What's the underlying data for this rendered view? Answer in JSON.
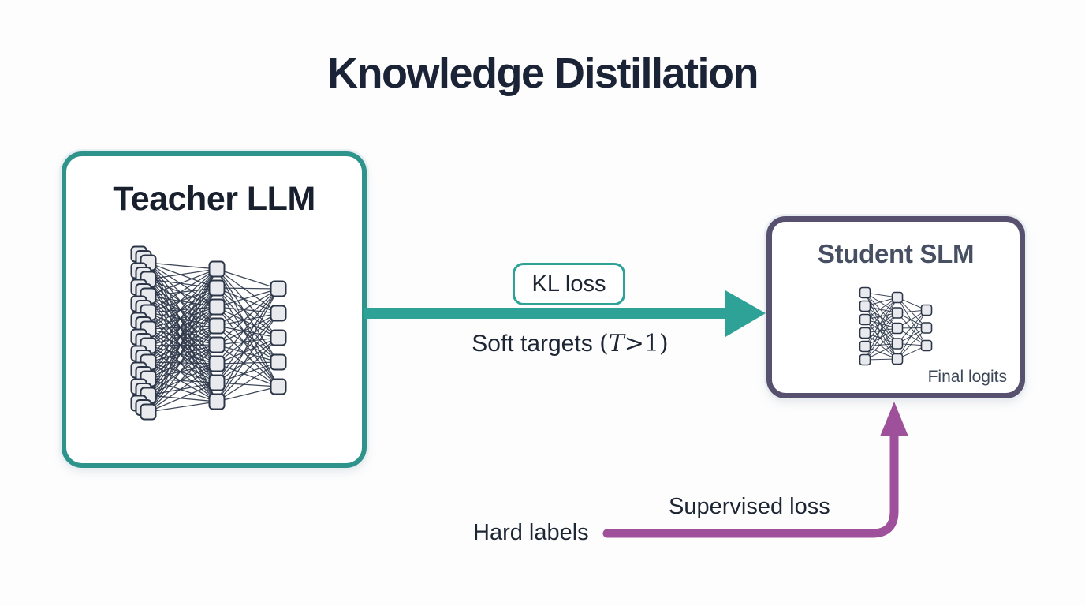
{
  "title": "Knowledge Distillation",
  "teacher": {
    "label": "Teacher LLM",
    "network_layers": [
      10,
      8,
      5
    ]
  },
  "student": {
    "label": "Student SLM",
    "caption": "Final logits",
    "network_layers": [
      6,
      5,
      3
    ]
  },
  "distill_arrow": {
    "badge": "KL loss",
    "caption_prefix": "Soft targets ",
    "math_open": "(",
    "math_var": "T",
    "math_rest": ">1)"
  },
  "supervised_arrow": {
    "label": "Supervised loss",
    "source_label": "Hard labels"
  },
  "colors": {
    "teal": "#2FA298",
    "teacher_border": "#2E948B",
    "purple": "#9E519A",
    "navy": "#1C2534",
    "title_navy": "#1B2436",
    "teacher_title": "#18202E",
    "student_border": "#57506E",
    "student_title": "#465062",
    "caption_slate": "#3D4859",
    "node_fill": "#E8EAEE",
    "node_stroke": "#2B3547"
  }
}
